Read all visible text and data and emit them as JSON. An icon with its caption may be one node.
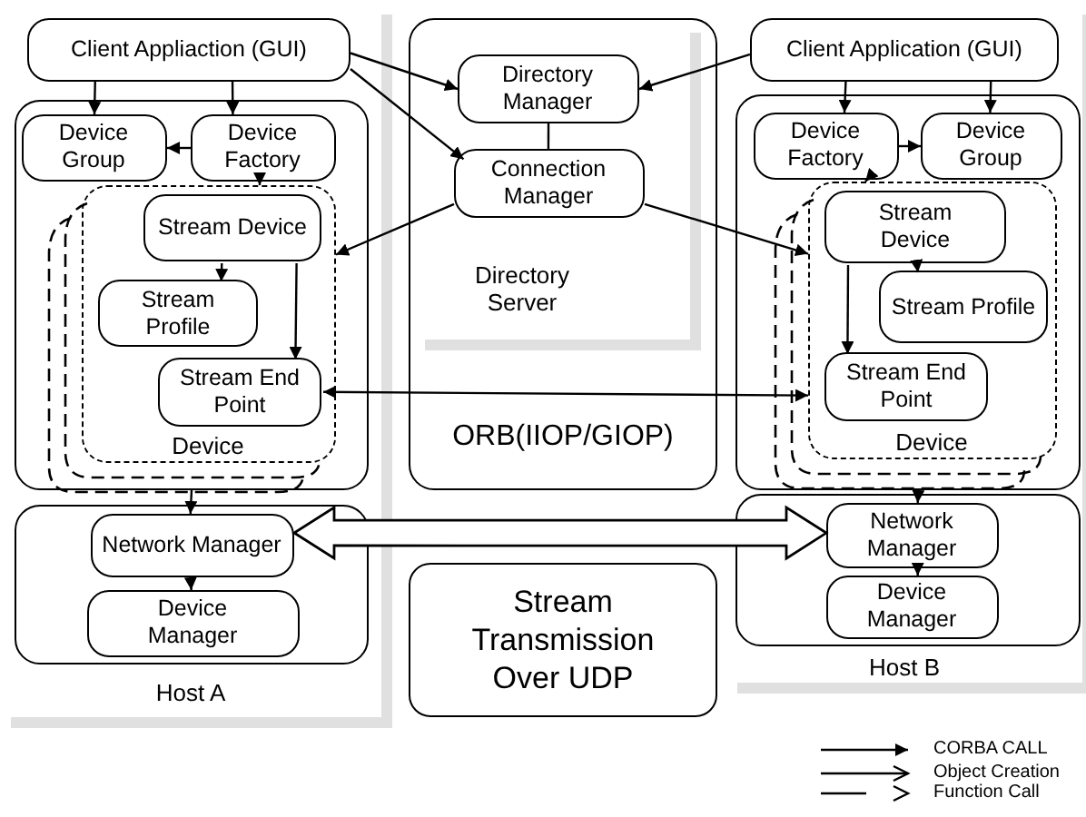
{
  "diagram": {
    "nodes": [
      {
        "text": [
          "Host A"
        ]
      },
      {
        "text": [
          "Client Appliaction (GUI)"
        ],
        "in": 0
      },
      {
        "text": [],
        "shape": "box",
        "in": 0
      },
      {
        "text": [
          "Device Group"
        ],
        "in": 2
      },
      {
        "text": [
          "Device Factory"
        ],
        "in": 2
      },
      {
        "text": [
          "Device"
        ],
        "in": 2
      },
      {
        "text": [
          "Stream Device"
        ],
        "in": 5
      },
      {
        "text": [
          "Stream Profile"
        ],
        "in": 5
      },
      {
        "text": [
          "Stream End Point"
        ],
        "in": 5
      },
      {
        "text": [],
        "shape": "box",
        "in": 0
      },
      {
        "text": [
          "Network Manager"
        ],
        "in": 9
      },
      {
        "text": [
          "Device Manager"
        ],
        "in": 9
      },
      {
        "text": [
          "ORB(IIOP/GIOP)"
        ]
      },
      {
        "text": [
          "Directory Server"
        ],
        "in": 12
      },
      {
        "text": [
          "Directory Manager"
        ],
        "in": 13
      },
      {
        "text": [
          "Connection Manager"
        ],
        "in": 13
      },
      {
        "text": [
          "Stream Transmission Over UDP"
        ]
      },
      {
        "text": [
          "Host B"
        ]
      },
      {
        "text": [
          "Client Application (GUI)"
        ],
        "in": 17
      },
      {
        "text": [],
        "shape": "box",
        "in": 17
      },
      {
        "text": [
          "Device Factory"
        ],
        "in": 19
      },
      {
        "text": [
          "Device Group"
        ],
        "in": 19
      },
      {
        "text": [
          "Device"
        ],
        "in": 19
      },
      {
        "text": [
          "Stream Device"
        ],
        "in": 22
      },
      {
        "text": [
          "Stream Profile"
        ],
        "in": 22
      },
      {
        "text": [
          "Stream End Point"
        ],
        "in": 22
      },
      {
        "text": [],
        "shape": "box",
        "in": 17
      },
      {
        "text": [
          "Network Manager"
        ],
        "in": 26
      },
      {
        "text": [
          "Device Manager"
        ],
        "in": 26
      }
    ],
    "edges": [
      {
        "from": 1,
        "to": 3,
        "arrow": "to"
      },
      {
        "from": 1,
        "to": 4,
        "arrow": "to"
      },
      {
        "from": 1,
        "to": 14,
        "arrow": "to"
      },
      {
        "from": 1,
        "to": 15,
        "arrow": "to"
      },
      {
        "from": 4,
        "to": 3,
        "arrow": "to"
      },
      {
        "from": 4,
        "to": 5,
        "arrow": "to"
      },
      {
        "from": 15,
        "to": 5,
        "arrow": "to"
      },
      {
        "from": 6,
        "to": 7,
        "arrow": "to"
      },
      {
        "from": 6,
        "to": 8,
        "arrow": "to"
      },
      {
        "from": 8,
        "to": 22,
        "arrow": "both"
      },
      {
        "from": 2,
        "to": 10,
        "arrow": "to"
      },
      {
        "from": 10,
        "to": 11,
        "arrow": "to"
      },
      {
        "from": 10,
        "to": 27,
        "arrow": "both",
        "style": "thick"
      },
      {
        "from": 18,
        "to": 14,
        "arrow": "to"
      },
      {
        "from": 18,
        "to": 20,
        "arrow": "to"
      },
      {
        "from": 18,
        "to": 21,
        "arrow": "to"
      },
      {
        "from": 20,
        "to": 21,
        "arrow": "to"
      },
      {
        "from": 20,
        "to": 22,
        "arrow": "to"
      },
      {
        "from": 15,
        "to": 22,
        "arrow": "to"
      },
      {
        "from": 23,
        "to": 24,
        "arrow": "to"
      },
      {
        "from": 23,
        "to": 25,
        "arrow": "to"
      },
      {
        "from": 19,
        "to": 27,
        "arrow": "to"
      },
      {
        "from": 27,
        "to": 28,
        "arrow": "to"
      },
      {
        "from": 14,
        "to": 15,
        "arrow": "none"
      }
    ],
    "legend": [
      {
        "text": "CORBA CALL"
      },
      {
        "text": "Object Creation"
      },
      {
        "text": "Function Call"
      }
    ]
  }
}
